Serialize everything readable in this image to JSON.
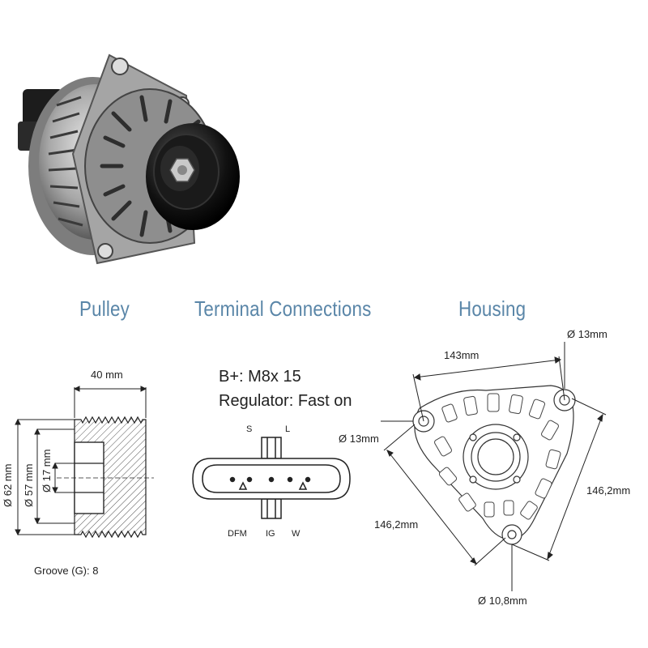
{
  "sections": {
    "pulley": "Pulley",
    "terminal": "Terminal Connections",
    "housing": "Housing"
  },
  "pulley": {
    "width": "40 mm",
    "d_outer": "Ø 62 mm",
    "d_mid": "Ø 57 mm",
    "d_inner": "Ø 17 mm",
    "groove": "Groove (G): 8"
  },
  "terminal": {
    "bplus": "B+: M8x 15",
    "regulator": "Regulator: Fast on",
    "pins_top": [
      "S",
      "L"
    ],
    "pins_bottom": [
      "DFM",
      "IG",
      "W"
    ]
  },
  "housing": {
    "width_top": "143mm",
    "hole_top_right": "Ø 13mm",
    "hole_left": "Ø 13mm",
    "side_right": "146,2mm",
    "side_left": "146,2mm",
    "hole_bottom": "Ø 10,8mm"
  },
  "colors": {
    "title": "#5a86a8",
    "line": "#222222"
  }
}
